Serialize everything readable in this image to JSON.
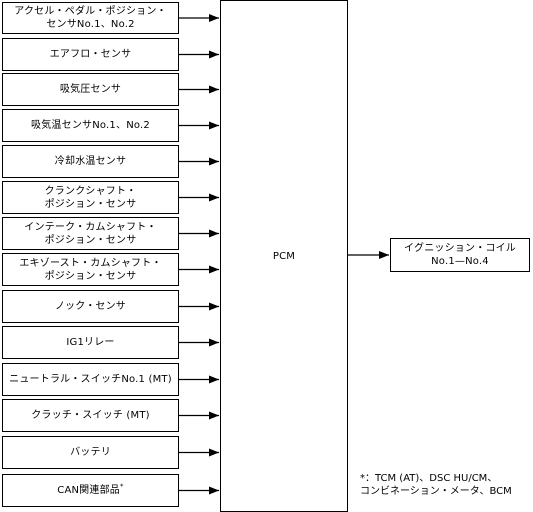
{
  "inputs": [
    {
      "lines": [
        "アクセル・ペダル・ポジション・",
        "センサNo.1、No.2"
      ]
    },
    {
      "lines": [
        "エアフロ・センサ"
      ]
    },
    {
      "lines": [
        "吸気圧センサ"
      ]
    },
    {
      "lines": [
        "吸気温センサNo.1、No.2"
      ]
    },
    {
      "lines": [
        "冷却水温センサ"
      ]
    },
    {
      "lines": [
        "クランクシャフト・",
        "ポジション・センサ"
      ]
    },
    {
      "lines": [
        "インテーク・カムシャフト・",
        "ポジション・センサ"
      ]
    },
    {
      "lines": [
        "エキゾースト・カムシャフト・",
        "ポジション・センサ"
      ]
    },
    {
      "lines": [
        "ノック・センサ"
      ]
    },
    {
      "lines": [
        "IG1リレー"
      ]
    },
    {
      "lines": [
        "ニュートラル・スイッチNo.1 (MT)"
      ]
    },
    {
      "lines": [
        "クラッチ・スイッチ (MT)"
      ]
    },
    {
      "lines": [
        "バッテリ"
      ]
    },
    {
      "lines": [
        "CAN関連部品"
      ],
      "mark": "*"
    }
  ],
  "pcm": {
    "label": "PCM"
  },
  "output": {
    "lines": [
      "イグニッション・コイル",
      "No.1—No.4"
    ]
  },
  "footnote": {
    "lines": [
      "*：TCM (AT)、DSC HU/CM、",
      "コンビネーション・メータ、BCM"
    ]
  }
}
